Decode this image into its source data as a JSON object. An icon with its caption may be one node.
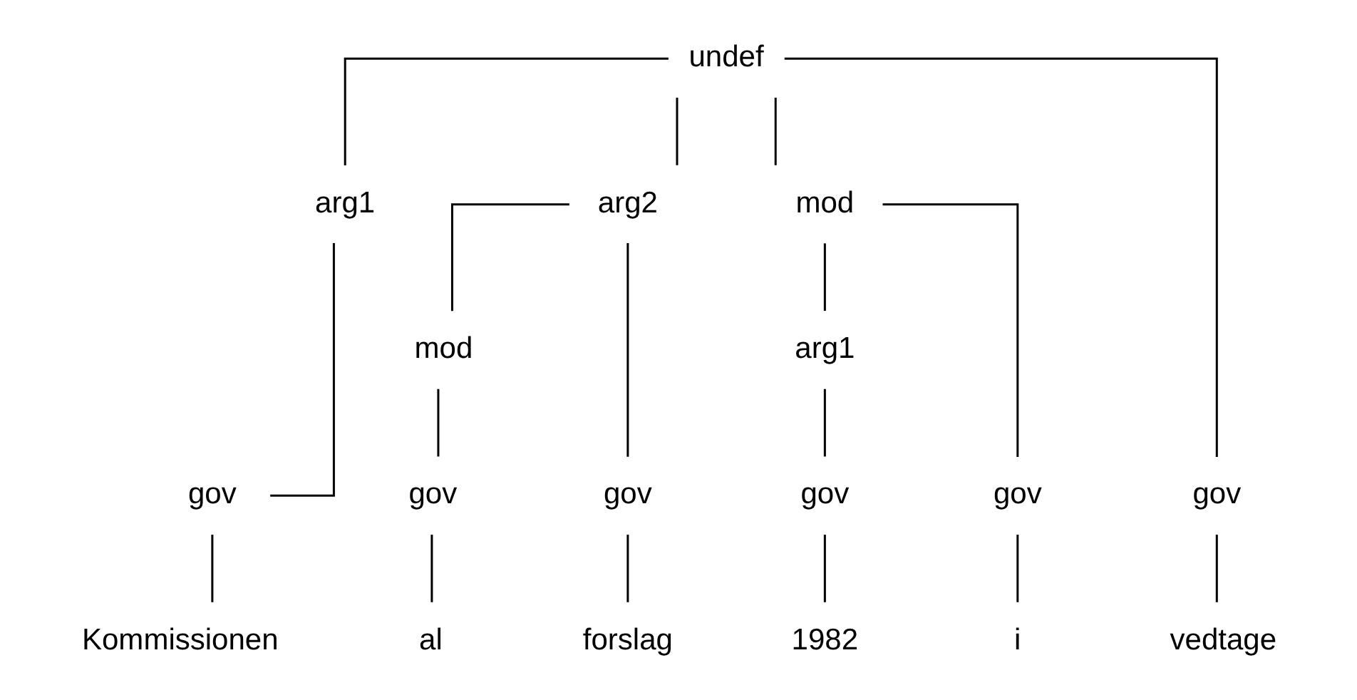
{
  "diagram": {
    "nodes": [
      {
        "text": [
          "undef"
        ]
      },
      {
        "text": [
          "arg1"
        ]
      },
      {
        "text": [
          "arg2"
        ]
      },
      {
        "text": [
          "mod"
        ]
      },
      {
        "text": [
          "mod"
        ]
      },
      {
        "text": [
          "arg1"
        ]
      },
      {
        "text": [
          "gov"
        ]
      },
      {
        "text": [
          "gov"
        ]
      },
      {
        "text": [
          "gov"
        ]
      },
      {
        "text": [
          "gov"
        ]
      },
      {
        "text": [
          "gov"
        ]
      },
      {
        "text": [
          "gov"
        ]
      },
      {
        "text": [
          "vedtage"
        ]
      },
      {
        "text": [
          "Kommissionen"
        ]
      },
      {
        "text": [
          "forslag"
        ]
      },
      {
        "text": [
          "al"
        ]
      },
      {
        "text": [
          "i"
        ]
      },
      {
        "text": [
          "1982"
        ]
      }
    ],
    "edges": [
      {
        "from": 0,
        "to": 6,
        "arrow": "none"
      },
      {
        "from": 0,
        "to": 1,
        "arrow": "none"
      },
      {
        "from": 0,
        "to": 2,
        "arrow": "none"
      },
      {
        "from": 0,
        "to": 3,
        "arrow": "none"
      },
      {
        "from": 1,
        "to": 7,
        "arrow": "none"
      },
      {
        "from": 2,
        "to": 8,
        "arrow": "none"
      },
      {
        "from": 2,
        "to": 4,
        "arrow": "none"
      },
      {
        "from": 3,
        "to": 10,
        "arrow": "none"
      },
      {
        "from": 3,
        "to": 5,
        "arrow": "none"
      },
      {
        "from": 4,
        "to": 9,
        "arrow": "none"
      },
      {
        "from": 5,
        "to": 11,
        "arrow": "none"
      },
      {
        "from": 6,
        "to": 12,
        "arrow": "none"
      },
      {
        "from": 7,
        "to": 13,
        "arrow": "none"
      },
      {
        "from": 8,
        "to": 14,
        "arrow": "none"
      },
      {
        "from": 9,
        "to": 15,
        "arrow": "none"
      },
      {
        "from": 10,
        "to": 16,
        "arrow": "none"
      },
      {
        "from": 11,
        "to": 17,
        "arrow": "none"
      }
    ]
  }
}
